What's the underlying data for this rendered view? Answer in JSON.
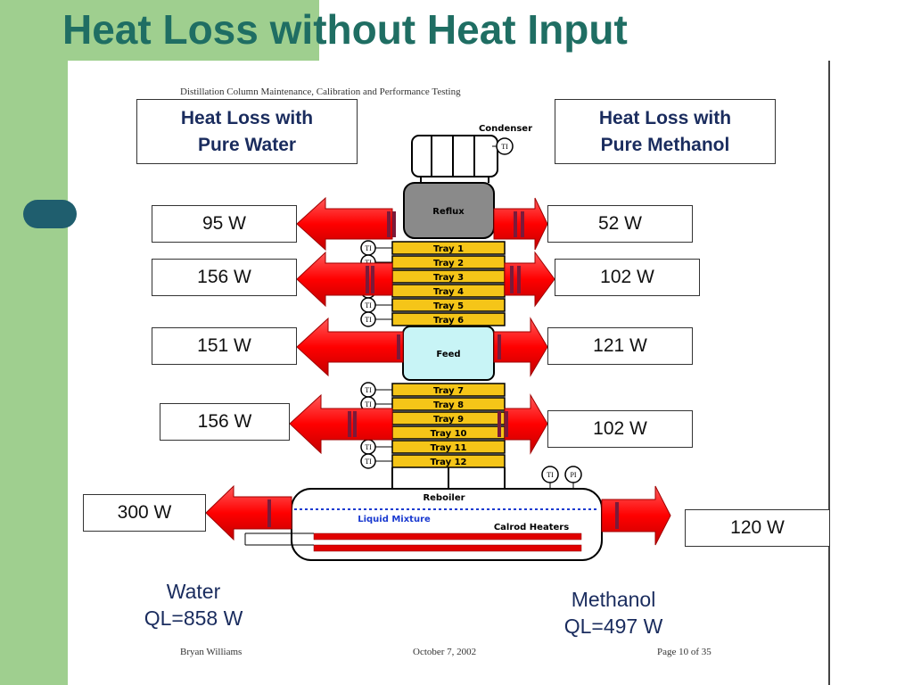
{
  "title": "Heat Loss without Heat Input",
  "doc_header": "Distillation Column Maintenance, Calibration and Performance Testing",
  "doc_footer": {
    "author": "Bryan Williams",
    "date": "October 7, 2002",
    "page": "Page 10 of 35"
  },
  "headers": {
    "water_line1": "Heat Loss with",
    "water_line2": "Pure Water",
    "methanol_line1": "Heat Loss with",
    "methanol_line2": "Pure Methanol"
  },
  "column": {
    "condenser": "Condenser",
    "reflux": "Reflux",
    "feed": "Feed",
    "reboiler": "Reboiler",
    "liquid_mixture": "Liquid Mixture",
    "heaters": "Calrod Heaters",
    "ti": "TI",
    "pi": "PI",
    "trays_upper": [
      "Tray 1",
      "Tray 2",
      "Tray 3",
      "Tray 4",
      "Tray 5",
      "Tray 6"
    ],
    "trays_lower": [
      "Tray 7",
      "Tray 8",
      "Tray 9",
      "Tray 10",
      "Tray 11",
      "Tray 12"
    ]
  },
  "water_losses": [
    "95 W",
    "156 W",
    "151 W",
    "156 W",
    "300 W"
  ],
  "methanol_losses": [
    "52 W",
    "102 W",
    "121 W",
    "102 W",
    "120 W"
  ],
  "summary": {
    "water_label": "Water",
    "water_ql": "QL=858 W",
    "methanol_label": "Methanol",
    "methanol_ql": "QL=497 W"
  },
  "colors": {
    "title": "#1f6e63",
    "side_bar": "#9fcf8f",
    "arrow": "#ff0000",
    "tray": "#f5c518",
    "reflux": "#8a8a8a",
    "feed": "#c8f4f6",
    "header_text": "#1a2c5e"
  }
}
